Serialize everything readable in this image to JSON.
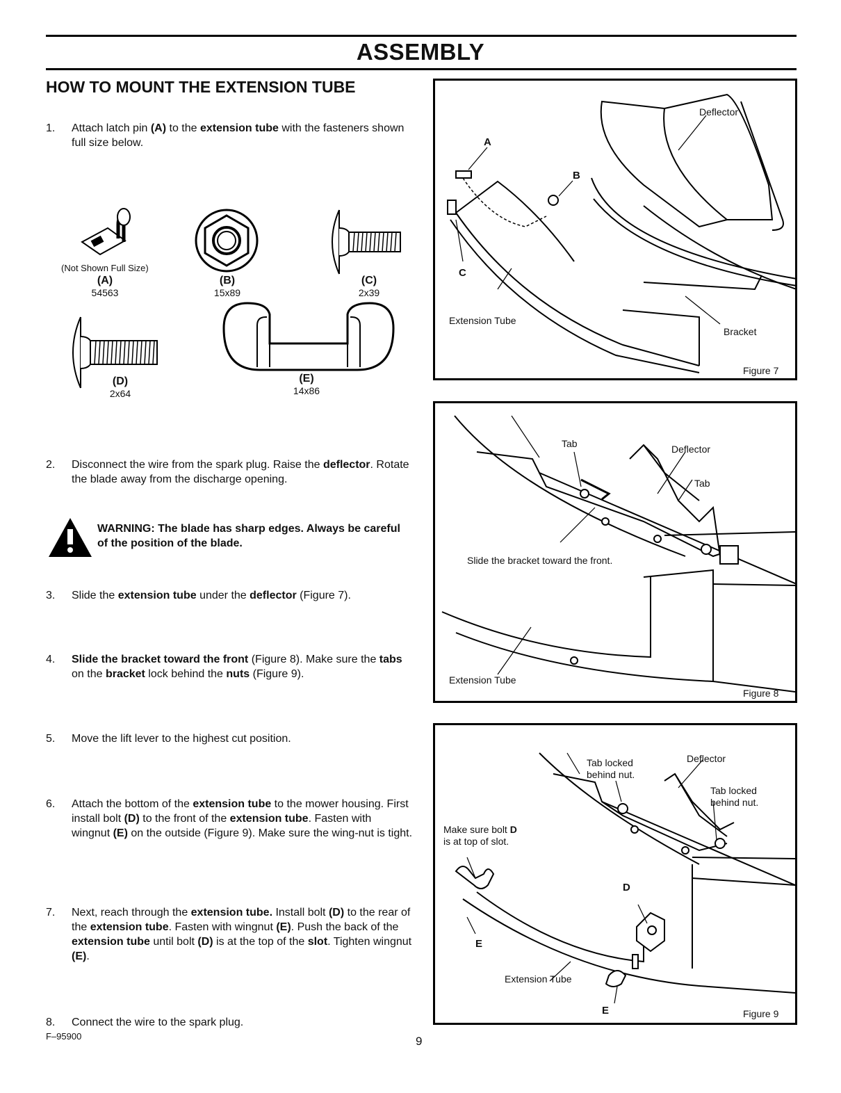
{
  "header": {
    "title": "ASSEMBLY"
  },
  "section": {
    "title": "HOW TO MOUNT THE EXTENSION TUBE"
  },
  "steps": [
    {
      "num": "1.",
      "segments": [
        {
          "t": "Attach latch pin ",
          "b": false
        },
        {
          "t": "(A)",
          "b": true
        },
        {
          "t": " to the ",
          "b": false
        },
        {
          "t": "extension tube",
          "b": true
        },
        {
          "t": " with the fasteners shown full size below.",
          "b": false
        }
      ]
    },
    {
      "num": "2.",
      "segments": [
        {
          "t": "Disconnect the wire from the spark plug. Raise the ",
          "b": false
        },
        {
          "t": "deflector",
          "b": true
        },
        {
          "t": ". Rotate the blade away from the discharge opening.",
          "b": false
        }
      ]
    },
    {
      "num": "3.",
      "segments": [
        {
          "t": "Slide the ",
          "b": false
        },
        {
          "t": "extension tube",
          "b": true
        },
        {
          "t": " under the ",
          "b": false
        },
        {
          "t": "deflector",
          "b": true
        },
        {
          "t": " (Figure 7).",
          "b": false
        }
      ]
    },
    {
      "num": "4.",
      "segments": [
        {
          "t": "Slide the bracket toward the front",
          "b": true
        },
        {
          "t": " (Figure 8). Make sure the ",
          "b": false
        },
        {
          "t": "tabs",
          "b": true
        },
        {
          "t": " on the ",
          "b": false
        },
        {
          "t": "bracket",
          "b": true
        },
        {
          "t": " lock behind the ",
          "b": false
        },
        {
          "t": "nuts",
          "b": true
        },
        {
          "t": " (Figure 9).",
          "b": false
        }
      ]
    },
    {
      "num": "5.",
      "segments": [
        {
          "t": "Move the lift lever to the highest cut position.",
          "b": false
        }
      ]
    },
    {
      "num": "6.",
      "segments": [
        {
          "t": "Attach the bottom of the ",
          "b": false
        },
        {
          "t": "extension tube",
          "b": true
        },
        {
          "t": " to the mower housing. First install bolt ",
          "b": false
        },
        {
          "t": "(D)",
          "b": true
        },
        {
          "t": " to the front of the ",
          "b": false
        },
        {
          "t": "extension tube",
          "b": true
        },
        {
          "t": ". Fasten with wingnut ",
          "b": false
        },
        {
          "t": "(E)",
          "b": true
        },
        {
          "t": " on the outside (Figure 9). Make sure the wing-nut is tight.",
          "b": false
        }
      ]
    },
    {
      "num": "7.",
      "segments": [
        {
          "t": "Next, reach through the ",
          "b": false
        },
        {
          "t": "extension tube.",
          "b": true
        },
        {
          "t": " Install bolt ",
          "b": false
        },
        {
          "t": "(D)",
          "b": true
        },
        {
          "t": " to the rear of the ",
          "b": false
        },
        {
          "t": "extension tube",
          "b": true
        },
        {
          "t": ". Fasten with wingnut ",
          "b": false
        },
        {
          "t": "(E)",
          "b": true
        },
        {
          "t": ". Push the back of the ",
          "b": false
        },
        {
          "t": "extension tube",
          "b": true
        },
        {
          "t": " until bolt ",
          "b": false
        },
        {
          "t": "(D)",
          "b": true
        },
        {
          "t": " is at the top of the ",
          "b": false
        },
        {
          "t": "slot",
          "b": true
        },
        {
          "t": ". Tighten wingnut ",
          "b": false
        },
        {
          "t": "(E)",
          "b": true
        },
        {
          "t": ".",
          "b": false
        }
      ]
    },
    {
      "num": "8.",
      "segments": [
        {
          "t": "Connect the wire to the spark plug.",
          "b": false
        }
      ]
    }
  ],
  "warning": {
    "text": "WARNING: The blade has sharp edges. Always be careful of the position of the blade.",
    "icon": "warning-triangle-icon"
  },
  "parts": {
    "note": "(Not Shown Full Size)",
    "items": [
      {
        "letter": "(A)",
        "code": "54563"
      },
      {
        "letter": "(B)",
        "code": "15x89"
      },
      {
        "letter": "(C)",
        "code": "2x39"
      },
      {
        "letter": "(D)",
        "code": "2x64"
      },
      {
        "letter": "(E)",
        "code": "14x86"
      }
    ]
  },
  "figure7": {
    "caption": "Figure 7",
    "labels": {
      "deflector": "Deflector",
      "a": "A",
      "b": "B",
      "c": "C",
      "tube": "Extension Tube",
      "bracket": "Bracket"
    }
  },
  "figure8": {
    "caption": "Figure 8",
    "labels": {
      "tab1": "Tab",
      "deflector": "Deflector",
      "tab2": "Tab",
      "slide": "Slide the bracket toward the front.",
      "tube": "Extension Tube"
    }
  },
  "figure9": {
    "caption": "Figure 9",
    "labels": {
      "tablocked1": "Tab locked behind nut.",
      "deflector": "Deflector",
      "tablocked2": "Tab locked behind nut.",
      "boltnote_pre": "Make sure bolt ",
      "boltnote_d": "D",
      "boltnote_post": "is at top of slot.",
      "d": "D",
      "e1": "E",
      "tube": "Extension Tube",
      "e2": "E"
    }
  },
  "footer": {
    "doc_id": "F–95900",
    "page": "9"
  }
}
